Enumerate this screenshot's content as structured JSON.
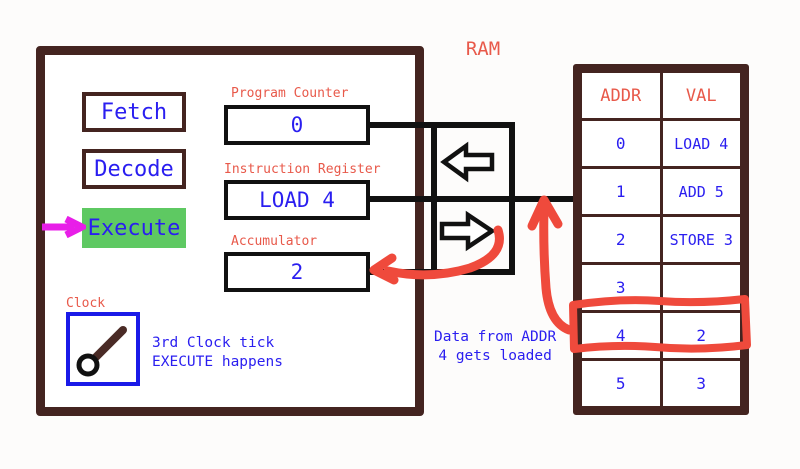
{
  "diagram": {
    "title_ram": "RAM",
    "cpu": {
      "stages": [
        {
          "name": "fetch",
          "label": "Fetch",
          "active": false
        },
        {
          "name": "decode",
          "label": "Decode",
          "active": false
        },
        {
          "name": "execute",
          "label": "Execute",
          "active": true,
          "highlight_color": "#5ec962"
        }
      ],
      "registers": [
        {
          "name": "program-counter",
          "label": "Program Counter",
          "value": "0"
        },
        {
          "name": "instruction-register",
          "label": "Instruction Register",
          "value": "LOAD 4"
        },
        {
          "name": "accumulator",
          "label": "Accumulator",
          "value": "2"
        }
      ],
      "clock": {
        "label": "Clock",
        "note_line1": "3rd Clock tick",
        "note_line2": "EXECUTE happens"
      }
    },
    "annotations": {
      "bus_note_line1": "Data from ADDR",
      "bus_note_line2": "4 gets loaded"
    },
    "ram": {
      "columns": [
        "ADDR",
        "VAL"
      ],
      "rows": [
        {
          "addr": "0",
          "val": "LOAD 4",
          "highlighted": false
        },
        {
          "addr": "1",
          "val": "ADD 5",
          "highlighted": false
        },
        {
          "addr": "2",
          "val": "STORE 3",
          "highlighted": false
        },
        {
          "addr": "3",
          "val": "",
          "highlighted": false
        },
        {
          "addr": "4",
          "val": "2",
          "highlighted": true
        },
        {
          "addr": "5",
          "val": "3",
          "highlighted": false
        }
      ]
    },
    "colors": {
      "frame": "#442420",
      "label_red": "#e8594a",
      "text_blue": "#2a1ef0",
      "highlight_green": "#5ec962",
      "pointer_magenta": "#e81ee8",
      "annotation_red": "#ef4a3c",
      "wire_black": "#111111",
      "clock_border": "#1a1ae8"
    },
    "icons": {
      "bus_left_arrow": "arrow-left-icon",
      "bus_right_arrow": "arrow-right-icon",
      "execute_pointer": "arrow-right-magenta-icon",
      "clock_hand": "clock-hand-icon"
    }
  }
}
